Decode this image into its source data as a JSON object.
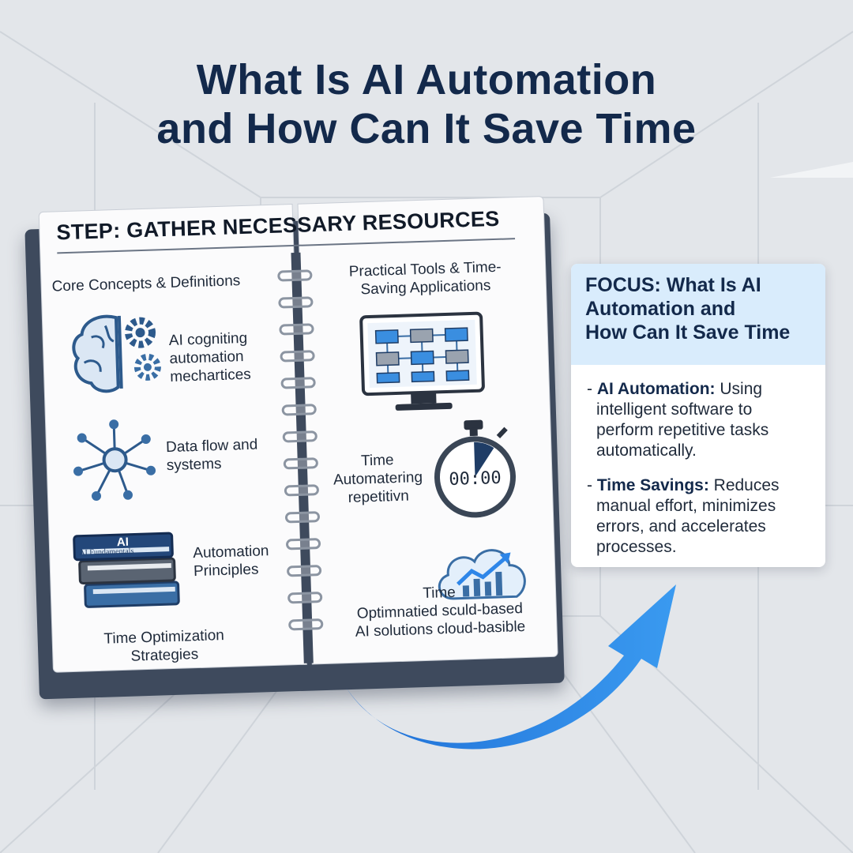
{
  "header": {
    "title_line1": "What Is AI Automation",
    "title_line2": "and How Can It Save Time"
  },
  "notebook": {
    "step_title": "STEP: GATHER NECESSARY RESOURCES",
    "left": {
      "heading": "Core Concepts & Definitions",
      "item1": [
        "AI cogniting",
        "automation",
        "mechartices"
      ],
      "item2": [
        "Data flow and",
        "systems"
      ],
      "item3": [
        "Automation",
        "Principles"
      ],
      "book_label": "AI",
      "book_spine": "AI Fundamentals",
      "footer": [
        "Time Optimization",
        "Strategies"
      ]
    },
    "right": {
      "heading": [
        "Practical Tools & Time-",
        "Saving Applications"
      ],
      "item2": [
        "Time",
        "Automatering",
        "repetitivn"
      ],
      "stopwatch_display": "00:00",
      "item3": [
        "Time",
        "Optimnatied sculd-based",
        "AI solutions cloud-basible"
      ]
    }
  },
  "focus_card": {
    "title": [
      "FOCUS: What Is AI",
      "Automation and",
      "How Can It Save Time"
    ],
    "bullets": [
      {
        "prefix": "- ",
        "term": "AI Automation:",
        "text": " Using intelligent software to perform repetitive tasks automatically."
      },
      {
        "prefix": "- ",
        "term": "Time Savings:",
        "text": " Reduces manual effort, minimizes errors, and accelerates processes."
      }
    ]
  },
  "colors": {
    "title": "#13294b",
    "accent_blue": "#2e86e8",
    "icon_blue": "#3a6ea5",
    "card_header": "#d9ecfc",
    "notebook_cover": "#3e4a5d",
    "background": "#e3e6ea"
  },
  "icons": [
    "brain-gear-icon",
    "network-icon",
    "books-icon",
    "flowchart-monitor-icon",
    "stopwatch-icon",
    "cloud-chart-icon",
    "curved-arrow-icon"
  ]
}
